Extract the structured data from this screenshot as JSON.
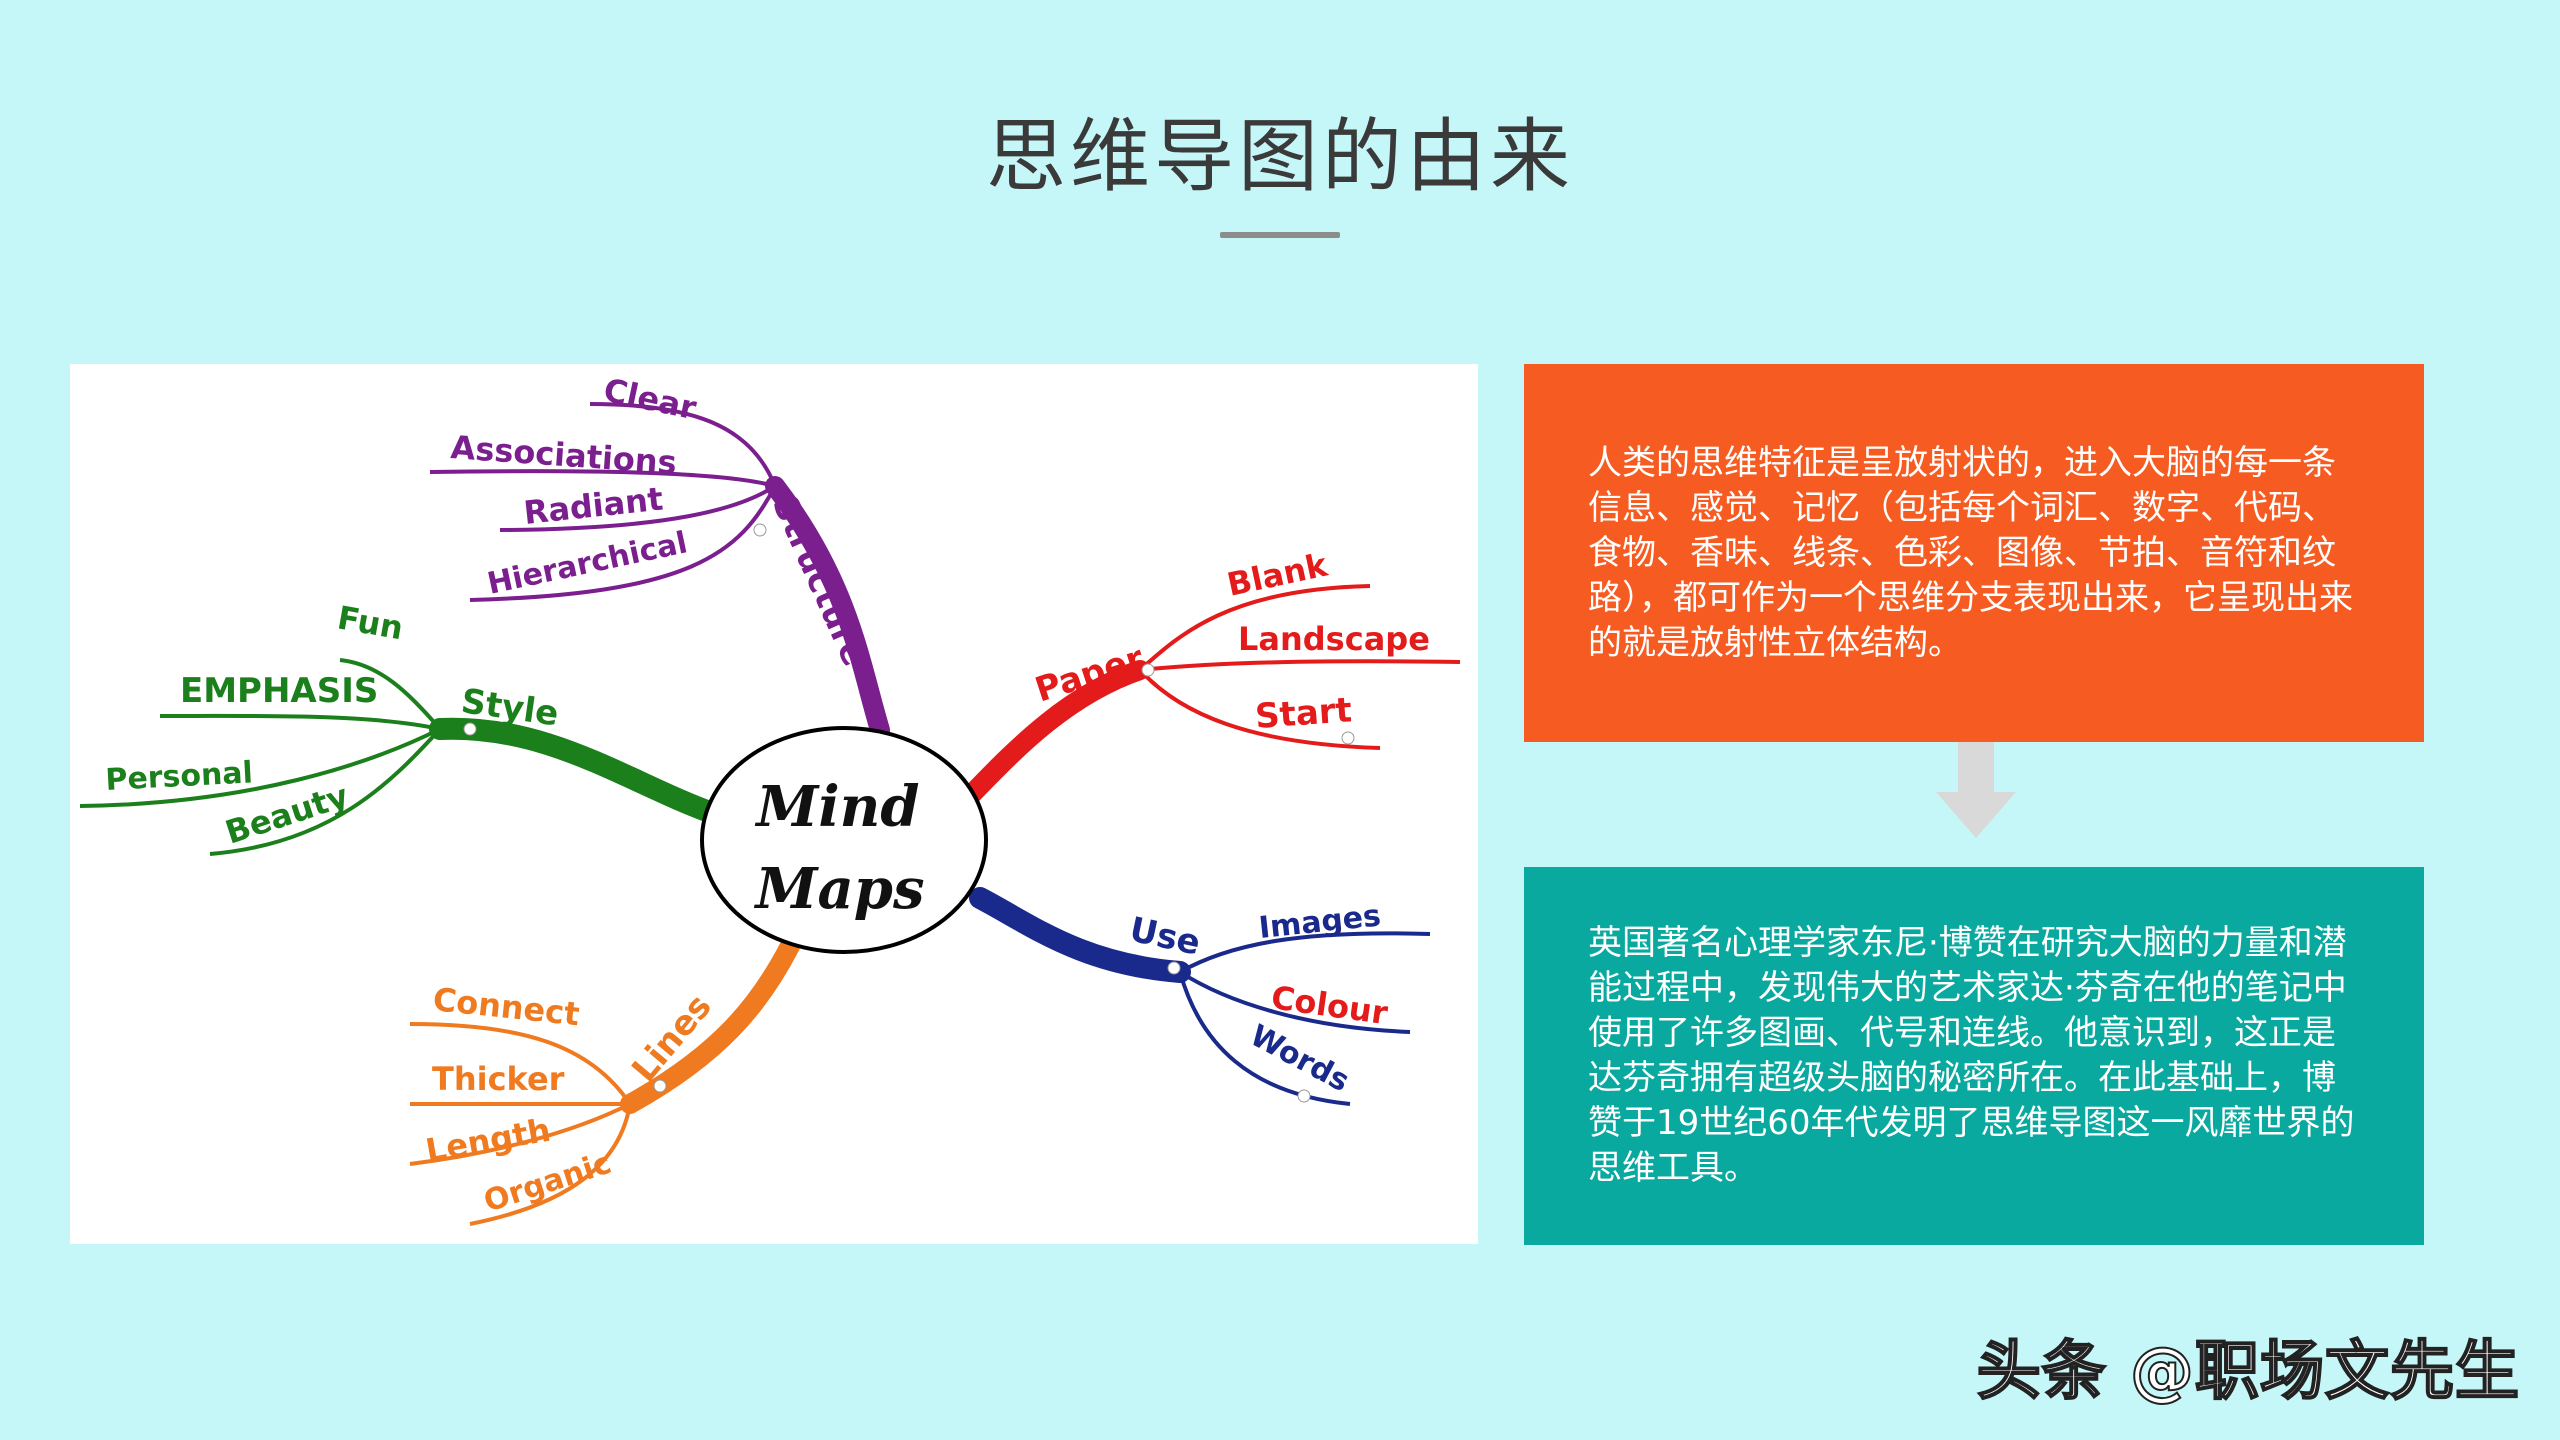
{
  "page": {
    "title": "思维导图的由来",
    "watermark": "头条 @职场文先生"
  },
  "mind_map": {
    "center": {
      "line1": "Mind",
      "line2": "Maps"
    },
    "branches": {
      "structure": {
        "label": "Structure",
        "color": "#7b1e8e",
        "children": [
          "Clear",
          "Associations",
          "Radiant",
          "Hierarchical"
        ]
      },
      "style": {
        "label": "Style",
        "color": "#1b7f1b",
        "children": [
          "Fun",
          "EMPHASIS",
          "Personal",
          "Beauty"
        ]
      },
      "lines": {
        "label": "Lines",
        "color": "#f07a1f",
        "children": [
          "Connect",
          "Thicker",
          "Length",
          "Organic"
        ]
      },
      "paper": {
        "label": "Paper",
        "color": "#e41b1b",
        "children": [
          "Blank",
          "Landscape",
          "Start"
        ]
      },
      "use": {
        "label": "Use",
        "color": "#1a2a8c",
        "children": [
          "Images",
          "Colour",
          "Words"
        ]
      }
    }
  },
  "boxes": {
    "orange": {
      "color": "#f65c22",
      "text": "人类的思维特征是呈放射状的，进入大脑的每一条信息、感觉、记忆（包括每个词汇、数字、代码、食物、香味、线条、色彩、图像、节拍、音符和纹路），都可作为一个思维分支表现出来，它呈现出来的就是放射性立体结构。"
    },
    "teal": {
      "color": "#0aa99f",
      "text": "英国著名心理学家东尼·博赞在研究大脑的力量和潜能过程中，发现伟大的艺术家达·芬奇在他的笔记中使用了许多图画、代号和连线。他意识到，这正是达芬奇拥有超级头脑的秘密所在。在此基础上，博赞于19世纪60年代发明了思维导图这一风靡世界的思维工具。"
    }
  },
  "icons": {
    "connector": "down-arrow-icon"
  }
}
